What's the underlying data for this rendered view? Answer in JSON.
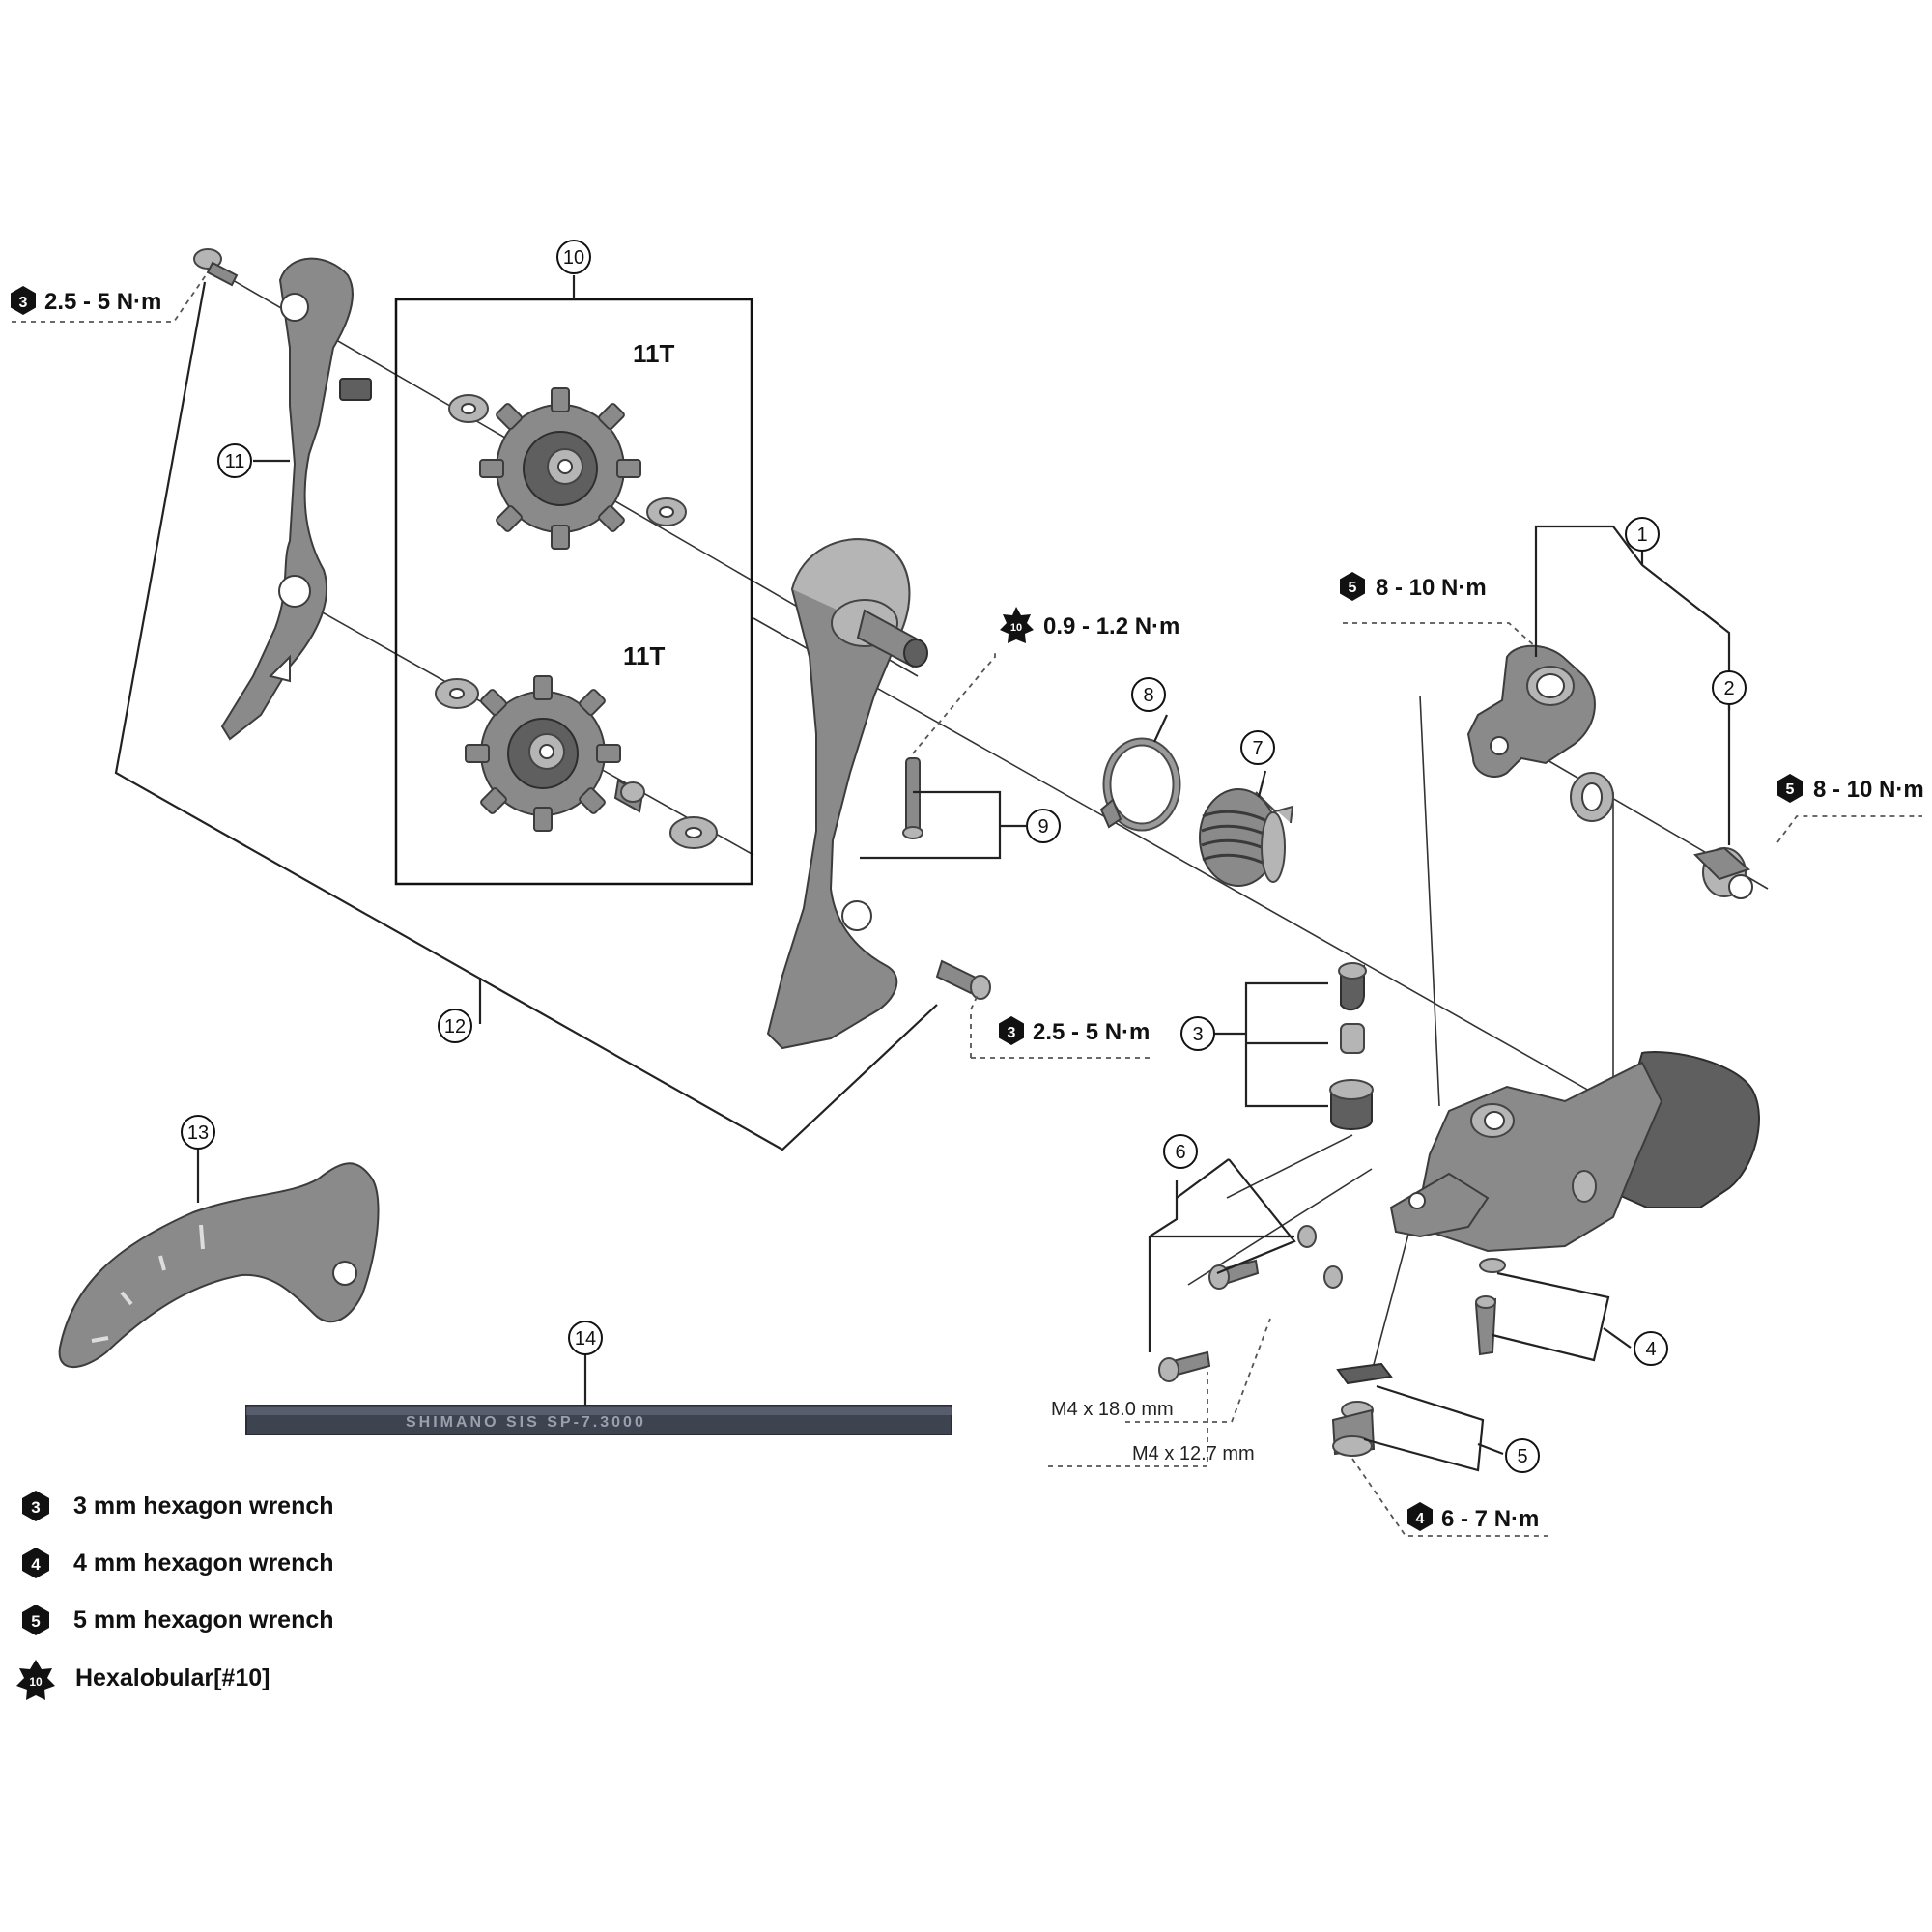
{
  "pulley_labels": {
    "upper": "11T",
    "lower": "11T"
  },
  "torques": {
    "plate_bolt_top": {
      "tool_num": "3",
      "value": "2.5 - 5 N·m"
    },
    "plate_bolt_bottom": {
      "tool_num": "3",
      "value": "2.5 - 5 N·m"
    },
    "hexalobular_screw": {
      "tool_num": "10",
      "value": "0.9 - 1.2 N·m"
    },
    "bracket_top": {
      "tool_num": "5",
      "value": "8 - 10 N·m"
    },
    "bracket_right": {
      "tool_num": "5",
      "value": "8 - 10 N·m"
    },
    "bottom_bolt": {
      "tool_num": "4",
      "value": "6 - 7 N·m"
    }
  },
  "callouts": [
    "1",
    "2",
    "3",
    "4",
    "5",
    "6",
    "7",
    "8",
    "9",
    "10",
    "11",
    "12",
    "13",
    "14"
  ],
  "bolt_specs": {
    "long": "M4 x 18.0 mm",
    "short": "M4 x 12.7 mm"
  },
  "cable_print": "SHIMANO SIS SP-7.3000",
  "legend": [
    {
      "tool_num": "3",
      "icon": "hexagon-3-icon",
      "label": "3 mm hexagon wrench"
    },
    {
      "tool_num": "4",
      "icon": "hexagon-4-icon",
      "label": "4 mm hexagon wrench"
    },
    {
      "tool_num": "5",
      "icon": "hexagon-5-icon",
      "label": "5 mm hexagon wrench"
    },
    {
      "tool_num": "10",
      "icon": "star-10-icon",
      "label": "Hexalobular[#10]"
    }
  ]
}
